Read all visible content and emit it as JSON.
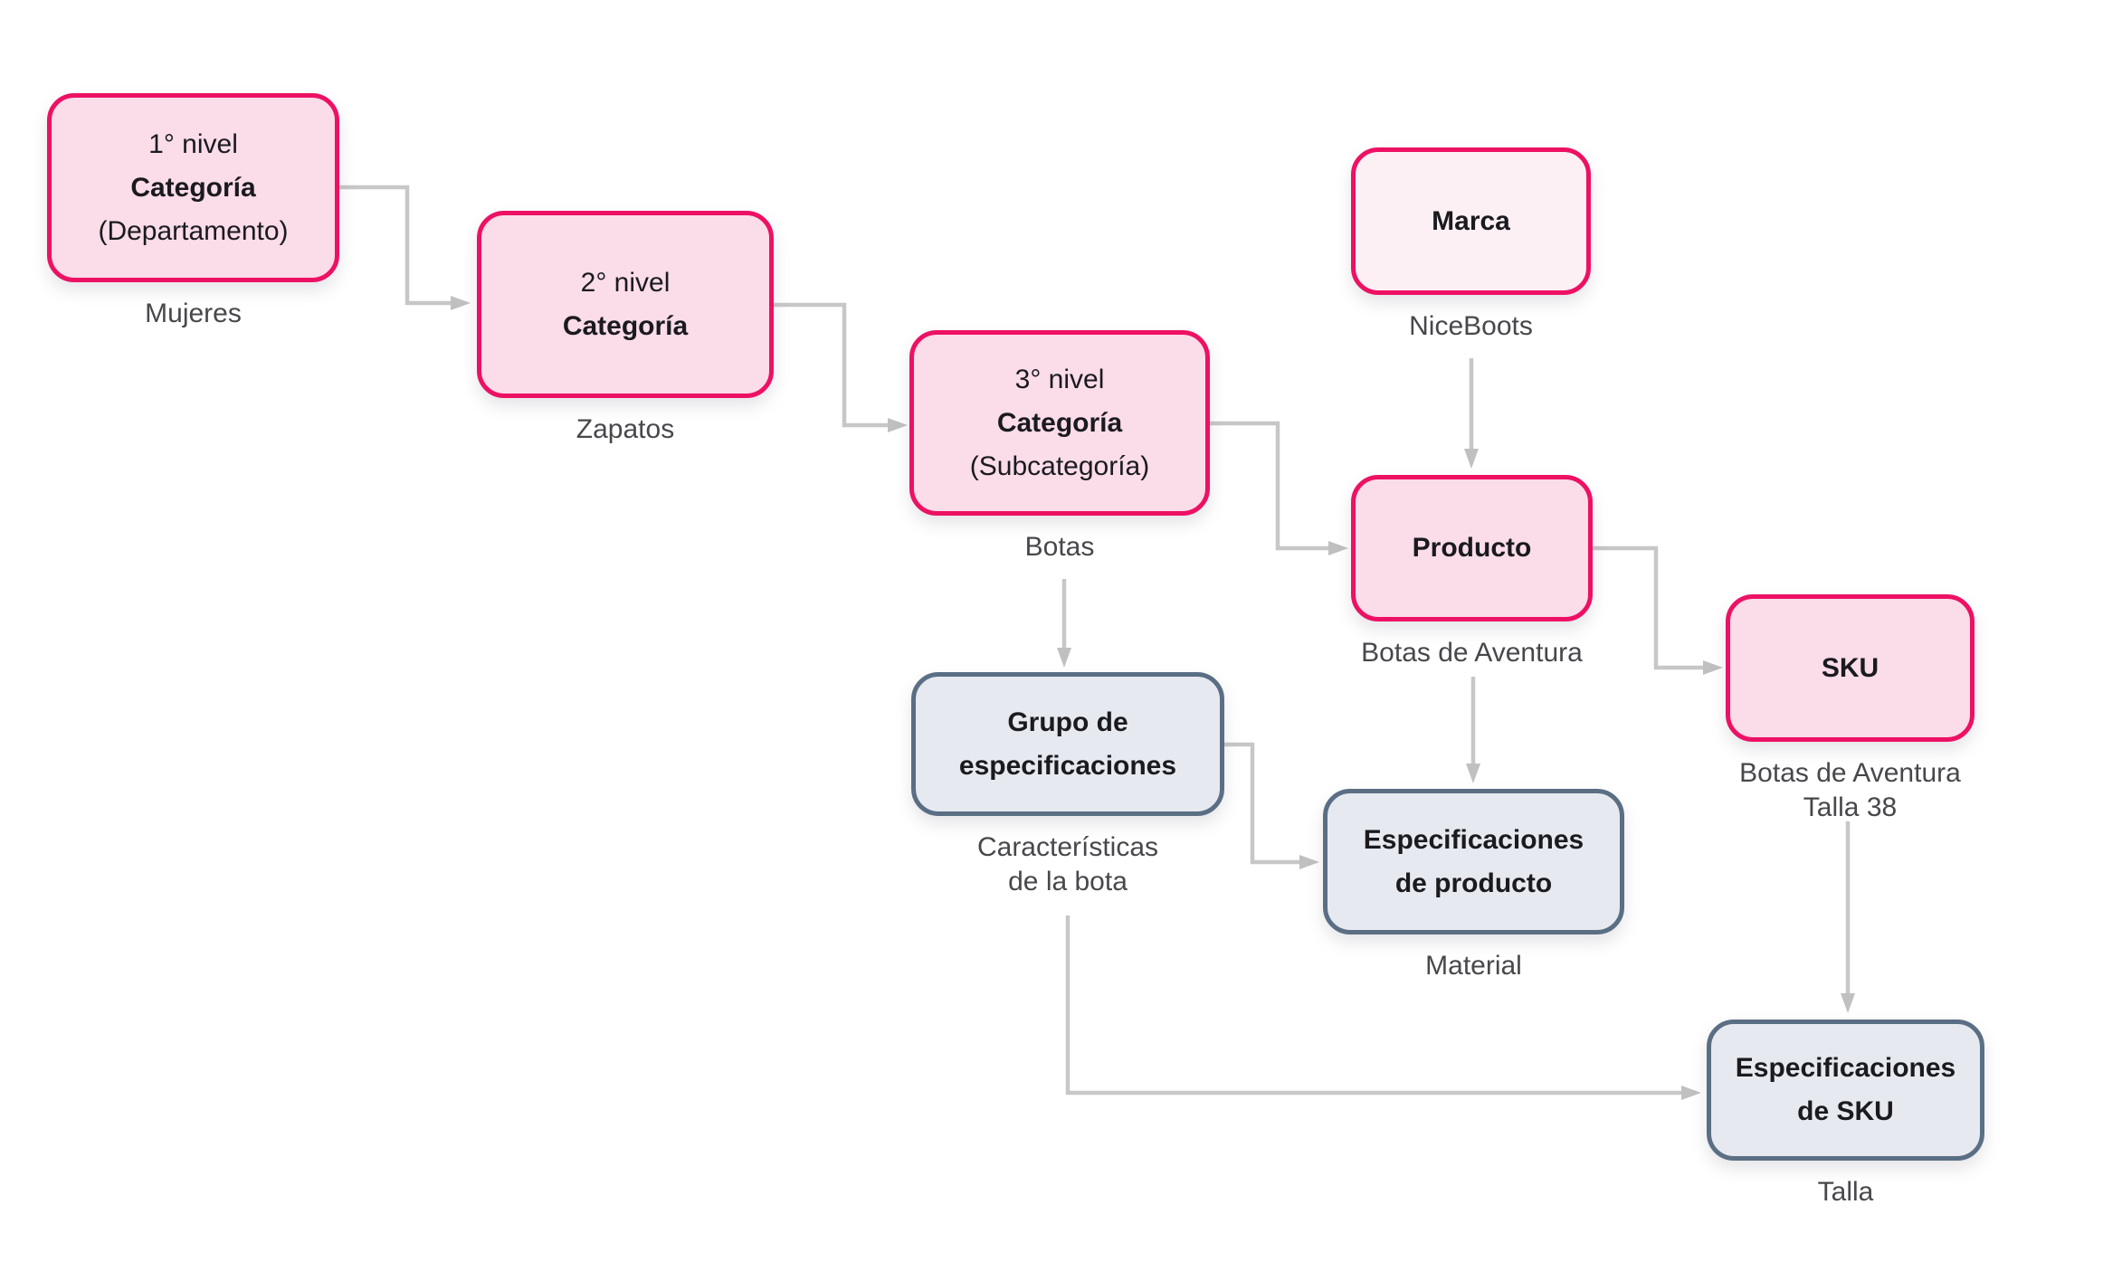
{
  "theme": {
    "background": "#ffffff",
    "category_fill": "#fbdce9",
    "category_border": "#ed1164",
    "brand_fill": "#fdf0f5",
    "spec_fill": "#e7e9f0",
    "spec_border": "#5a6e84",
    "connector_color": "#c7c7c7",
    "arrowhead_color": "#c0c0c0",
    "box_text_color": "#1a1a1f",
    "caption_color": "#47474c"
  },
  "nodes": {
    "category1": {
      "line1": "1° nivel",
      "line2": "Categoría",
      "line3": "(Departamento)",
      "caption": "Mujeres"
    },
    "category2": {
      "line1": "2° nivel",
      "line2": "Categoría",
      "caption": "Zapatos"
    },
    "category3": {
      "line1": "3° nivel",
      "line2": "Categoría",
      "line3": "(Subcategoría)",
      "caption": "Botas"
    },
    "brand": {
      "title": "Marca",
      "caption": "NiceBoots"
    },
    "product": {
      "title": "Producto",
      "caption": "Botas de Aventura"
    },
    "sku": {
      "title": "SKU",
      "caption_line1": "Botas de Aventura",
      "caption_line2": "Talla 38"
    },
    "spec_group": {
      "line1": "Grupo de",
      "line2": "especificaciones",
      "caption_line1": "Características",
      "caption_line2": "de la bota"
    },
    "product_specs": {
      "line1": "Especificaciones",
      "line2": "de producto",
      "caption": "Material"
    },
    "sku_specs": {
      "line1": "Especificaciones",
      "line2": "de SKU",
      "caption": "Talla"
    }
  }
}
